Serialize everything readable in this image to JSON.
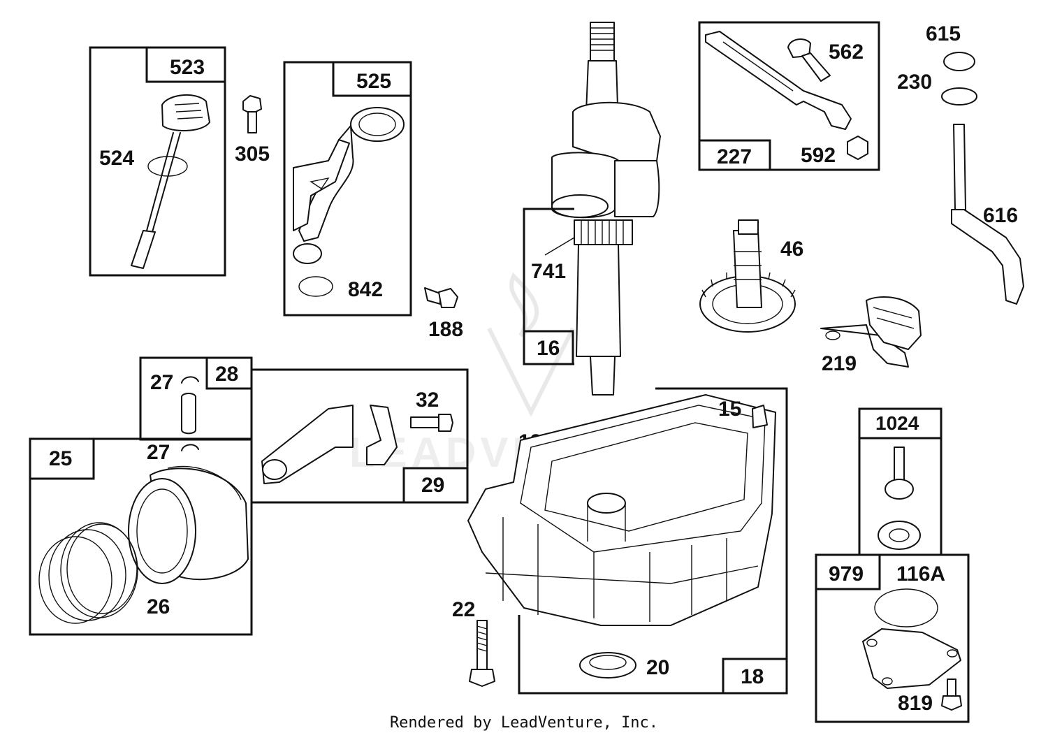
{
  "diagram": {
    "watermark": "LEADVENTURE",
    "footer": "Rendered by LeadVenture, Inc.",
    "callouts": {
      "p523": "523",
      "p524": "524",
      "p305": "305",
      "p525": "525",
      "p842": "842",
      "p188": "188",
      "p741": "741",
      "p16": "16",
      "p562": "562",
      "p227": "227",
      "p592": "592",
      "p615": "615",
      "p230": "230",
      "p616": "616",
      "p46": "46",
      "p219": "219",
      "p28": "28",
      "p27a": "27",
      "p27b": "27",
      "p25": "25",
      "p26": "26",
      "p32": "32",
      "p29": "29",
      "p12": "12",
      "p15": "15",
      "p22": "22",
      "p20": "20",
      "p18": "18",
      "p1024": "1024",
      "p979": "979",
      "p116A": "116A",
      "p819": "819"
    }
  }
}
